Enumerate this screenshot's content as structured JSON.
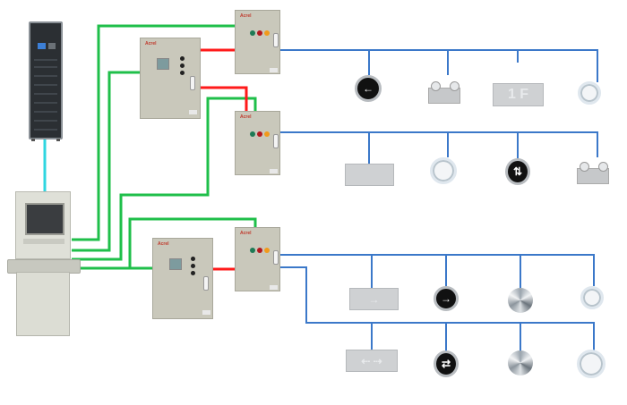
{
  "diagram": {
    "type": "emergency-lighting-system-topology",
    "brand": "Acrel",
    "colors": {
      "network_link": "#2fd6e0",
      "communication_bus": "#1fbf4a",
      "power_feed": "#ff1a1a",
      "lighting_loop": "#3b78c9"
    },
    "nodes": {
      "server": {
        "name": "server-rack"
      },
      "host": {
        "name": "monitoring-host-console"
      },
      "power_units": [
        {
          "id": "power-unit-1",
          "brand": "Acrel"
        },
        {
          "id": "power-unit-2",
          "brand": "Acrel"
        }
      ],
      "distribution_boxes": [
        {
          "id": "distribution-box-1",
          "brand": "Acrel",
          "indicators": [
            "green",
            "red",
            "orange"
          ]
        },
        {
          "id": "distribution-box-2",
          "brand": "Acrel",
          "indicators": [
            "green",
            "red",
            "orange"
          ]
        },
        {
          "id": "distribution-box-3",
          "brand": "Acrel",
          "indicators": [
            "green",
            "red",
            "orange"
          ]
        }
      ]
    },
    "loops": [
      {
        "id": "loop-1",
        "fixtures": [
          {
            "type": "round-direction-sign",
            "glyph": "←"
          },
          {
            "type": "twin-head-emergency-light"
          },
          {
            "type": "floor-indicator-sign",
            "text": "1 F"
          },
          {
            "type": "downlight"
          }
        ]
      },
      {
        "id": "loop-2",
        "fixtures": [
          {
            "type": "exit-sign"
          },
          {
            "type": "downlight"
          },
          {
            "type": "round-direction-sign",
            "glyph": "⇅"
          },
          {
            "type": "twin-head-emergency-light"
          }
        ]
      },
      {
        "id": "loop-3",
        "fixtures": [
          {
            "type": "exit-sign-right",
            "glyph": "→"
          },
          {
            "type": "round-direction-sign",
            "glyph": "→"
          },
          {
            "type": "floor-embedded-sign"
          },
          {
            "type": "downlight"
          }
        ]
      },
      {
        "id": "loop-4",
        "fixtures": [
          {
            "type": "exit-sign-bidirectional",
            "glyph": "⇠ ⇢"
          },
          {
            "type": "round-direction-sign",
            "glyph": "⇄"
          },
          {
            "type": "floor-embedded-sign"
          },
          {
            "type": "downlight"
          }
        ]
      }
    ]
  }
}
